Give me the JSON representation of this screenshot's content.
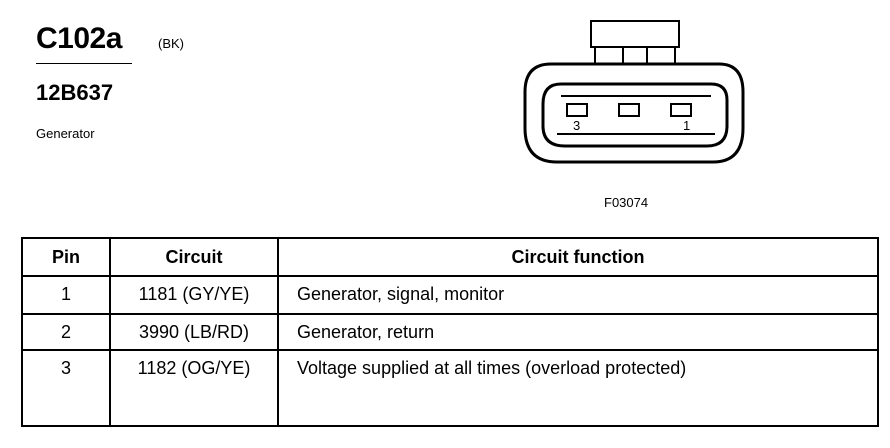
{
  "connector": {
    "id": "C102a",
    "color_code": "(BK)",
    "part_number": "12B637",
    "component": "Generator"
  },
  "figure": {
    "id": "F03074",
    "pin_labels": [
      "3",
      "1"
    ]
  },
  "table": {
    "headers": [
      "Pin",
      "Circuit",
      "Circuit function"
    ],
    "rows": [
      {
        "pin": "1",
        "circuit": "1181 (GY/YE)",
        "function": "Generator, signal, monitor"
      },
      {
        "pin": "2",
        "circuit": "3990 (LB/RD)",
        "function": "Generator, return"
      },
      {
        "pin": "3",
        "circuit": "1182 (OG/YE)",
        "function": "Voltage supplied at all times (overload protected)"
      }
    ]
  }
}
